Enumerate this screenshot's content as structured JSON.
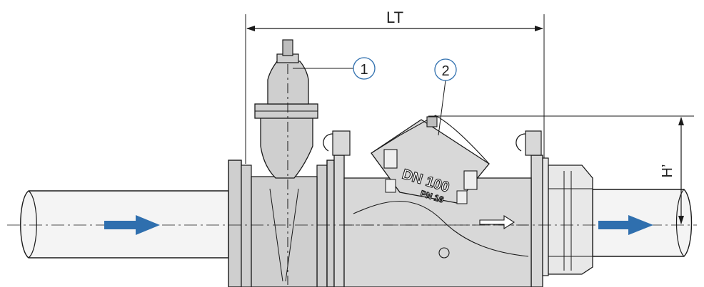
{
  "dimensions": {
    "length_label": "LT",
    "height_label": "H’"
  },
  "callouts": [
    {
      "number": "1"
    },
    {
      "number": "2"
    }
  ],
  "valve_marking": {
    "size": "DN 100",
    "pressure": "PN 16"
  },
  "colors": {
    "flow_arrow": "#2f6fae",
    "valve_body": "#cfcfcf",
    "line": "#1a1a1a",
    "callout_ring": "#2f6fae"
  },
  "icons": [
    "flow-direction-arrow-icon",
    "cast-direction-arrow-icon"
  ]
}
